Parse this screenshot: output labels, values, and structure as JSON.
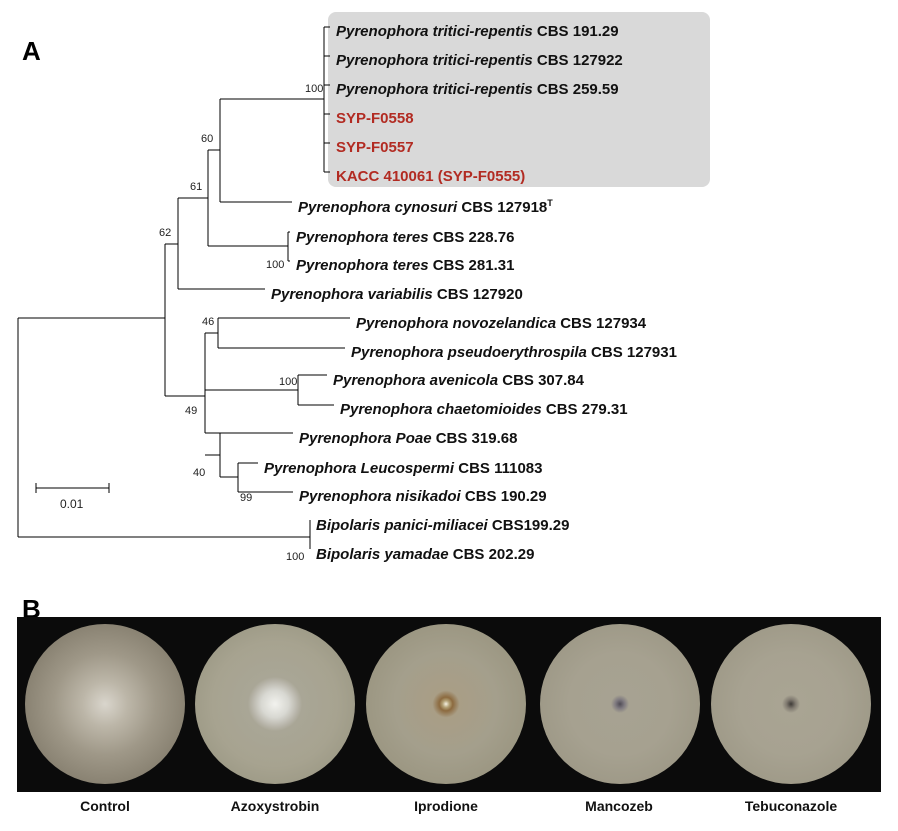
{
  "panel_a_label": "A",
  "panel_b_label": "B",
  "tree": {
    "scale_bar_label": "0.01",
    "taxa": [
      {
        "species": "Pyrenophora tritici-repentis",
        "strain": " CBS 191.29",
        "highlight": false
      },
      {
        "species": "Pyrenophora tritici-repentis",
        "strain": " CBS 127922",
        "highlight": false
      },
      {
        "species": "Pyrenophora tritici-repentis",
        "strain": " CBS 259.59",
        "highlight": false
      },
      {
        "species": "",
        "strain": "SYP-F0558",
        "highlight": true
      },
      {
        "species": "",
        "strain": "SYP-F0557",
        "highlight": true
      },
      {
        "species": "",
        "strain": "KACC 410061 (SYP-F0555)",
        "highlight": true
      },
      {
        "species": "Pyrenophora cynosuri",
        "strain": " CBS 127918",
        "sup": "T",
        "highlight": false
      },
      {
        "species": "Pyrenophora teres",
        "strain": " CBS 228.76",
        "highlight": false
      },
      {
        "species": "Pyrenophora teres",
        "strain": " CBS 281.31",
        "highlight": false
      },
      {
        "species": "Pyrenophora variabilis",
        "strain": " CBS 127920",
        "highlight": false
      },
      {
        "species": "Pyrenophora novozelandica",
        "strain": " CBS 127934",
        "highlight": false
      },
      {
        "species": "Pyrenophora pseudoerythrospila",
        "strain": " CBS 127931",
        "highlight": false
      },
      {
        "species": "Pyrenophora avenicola",
        "strain": " CBS 307.84",
        "highlight": false
      },
      {
        "species": "Pyrenophora chaetomioides",
        "strain": " CBS 279.31",
        "highlight": false
      },
      {
        "species": "Pyrenophora Poae",
        "strain": " CBS 319.68",
        "highlight": false
      },
      {
        "species": "Pyrenophora Leucospermi",
        "strain": " CBS 111083",
        "highlight": false
      },
      {
        "species": "Pyrenophora nisikadoi",
        "strain": " CBS 190.29",
        "highlight": false
      },
      {
        "species": "Bipolaris panici-miliacei",
        "strain": " CBS199.29",
        "highlight": false
      },
      {
        "species": "Bipolaris yamadae",
        "strain": " CBS 202.29",
        "highlight": false
      }
    ],
    "bootstrap_values": [
      "100",
      "60",
      "61",
      "100",
      "62",
      "46",
      "100",
      "49",
      "40",
      "99",
      "100"
    ]
  },
  "plates": [
    {
      "label": "Control",
      "growth": "full"
    },
    {
      "label": "Azoxystrobin",
      "growth": "small"
    },
    {
      "label": "Iprodione",
      "growth": "trace"
    },
    {
      "label": "Mancozeb",
      "growth": "trace"
    },
    {
      "label": "Tebuconazole",
      "growth": "trace"
    }
  ],
  "colors": {
    "highlight_text": "#b22b22",
    "clade_box": "#d9d9d9",
    "photo_background": "#0b0b0b"
  }
}
